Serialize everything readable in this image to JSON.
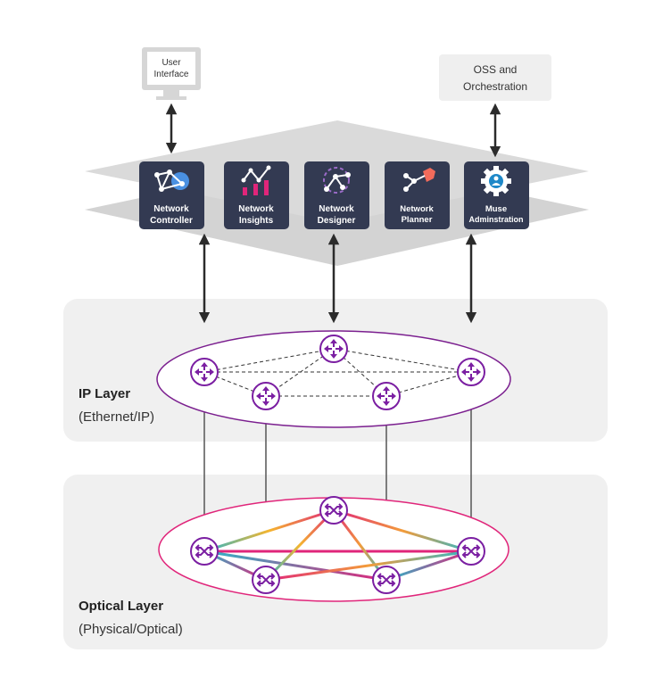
{
  "top": {
    "user_interface": {
      "line1": "User",
      "line2": "Interface",
      "icon": "monitor-icon"
    },
    "oss": {
      "line1": "OSS and",
      "line2": "Orchestration"
    }
  },
  "apps": [
    {
      "id": "network-controller",
      "line1": "Network",
      "line2": "Controller",
      "icon": "controller-graph-icon"
    },
    {
      "id": "network-insights",
      "line1": "Network",
      "line2": "Insights",
      "icon": "insights-chart-icon"
    },
    {
      "id": "network-designer",
      "line1": "Network",
      "line2": "Designer",
      "icon": "designer-graph-icon"
    },
    {
      "id": "network-planner",
      "line1": "Network",
      "line2": "Planner",
      "icon": "planner-graph-icon"
    },
    {
      "id": "muse-administration",
      "line1": "Muse",
      "line2": "Adminstration",
      "icon": "admin-gear-icon"
    }
  ],
  "layers": {
    "ip": {
      "title": "IP Layer",
      "subtitle": "(Ethernet/IP)"
    },
    "optical": {
      "title": "Optical Layer",
      "subtitle": "(Physical/Optical)"
    }
  },
  "colors": {
    "app_tile": "#333a52",
    "platform": "#d9d9d9",
    "layer_bg": "#f0f0f0",
    "ip_ring": "#7b1f8f",
    "optical_ring": "#e0257a",
    "router": "#7b1fa2",
    "arrow": "#2b2b2b",
    "oss_box": "#efefef"
  }
}
